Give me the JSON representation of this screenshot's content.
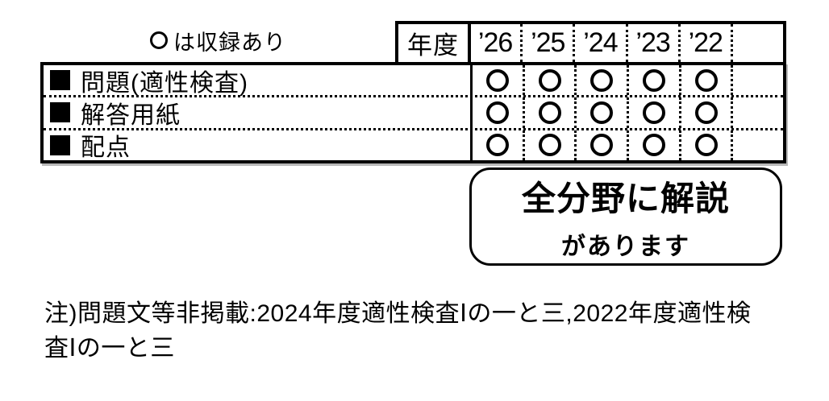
{
  "legend": {
    "mark": "〇",
    "text": "は収録あり"
  },
  "table": {
    "year_header": "年度",
    "years": [
      "’26",
      "’25",
      "’24",
      "’23",
      "’22"
    ],
    "included_mark": "〇",
    "rows": [
      {
        "bullet": "■",
        "label": "問題(適性検査)",
        "values": [
          "〇",
          "〇",
          "〇",
          "〇",
          "〇",
          ""
        ]
      },
      {
        "bullet": "■",
        "label": "解答用紙",
        "values": [
          "〇",
          "〇",
          "〇",
          "〇",
          "〇",
          ""
        ]
      },
      {
        "bullet": "■",
        "label": "配点",
        "values": [
          "〇",
          "〇",
          "〇",
          "〇",
          "〇",
          ""
        ]
      }
    ]
  },
  "callout": {
    "line1": "全分野に解説",
    "line2": "があります"
  },
  "note": {
    "line1": "注)問題文等非掲載:2024年度適性検査Ⅰの一と三,2022年度適性検",
    "line2": "査Ⅰの一と三"
  }
}
